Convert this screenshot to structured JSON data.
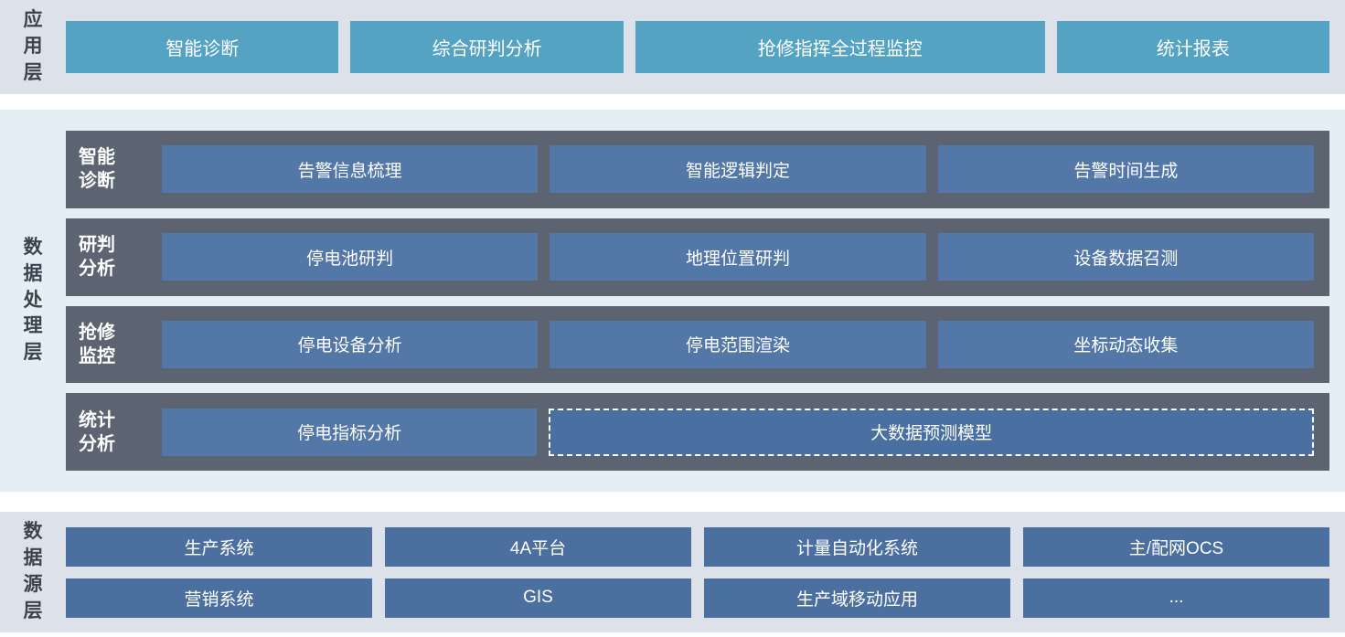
{
  "layers": {
    "application": {
      "label": "应用层",
      "buttons": [
        "智能诊断",
        "综合研判分析",
        "抢修指挥全过程监控",
        "统计报表"
      ]
    },
    "processing": {
      "label": "数据处理层",
      "rows": [
        {
          "label": "智能诊断",
          "buttons": [
            "告警信息梳理",
            "智能逻辑判定",
            "告警时间生成"
          ]
        },
        {
          "label": "研判分析",
          "buttons": [
            "停电池研判",
            "地理位置研判",
            "设备数据召测"
          ]
        },
        {
          "label": "抢修监控",
          "buttons": [
            "停电设备分析",
            "停电范围渲染",
            "坐标动态收集"
          ]
        },
        {
          "label": "统计分析",
          "buttons": [
            "停电指标分析"
          ],
          "dashed_button": "大数据预测模型"
        }
      ]
    },
    "source": {
      "label": "数据源层",
      "rows": [
        [
          "生产系统",
          "4A平台",
          "计量自动化系统",
          "主/配网OCS"
        ],
        [
          "营销系统",
          "GIS",
          "生产域移动应用",
          "..."
        ]
      ]
    }
  },
  "colors": {
    "application_button": "#55a3c3",
    "light_section_bg": "#dde2ea",
    "processing_section_bg": "#e3eef5",
    "processing_row_bg": "#5c6472",
    "module_button": "#5378a8",
    "dashed_module_button": "#4a70a2",
    "source_button": "#4b70a0",
    "layer_label_text": "#3d434e",
    "button_text": "#ffffff"
  }
}
